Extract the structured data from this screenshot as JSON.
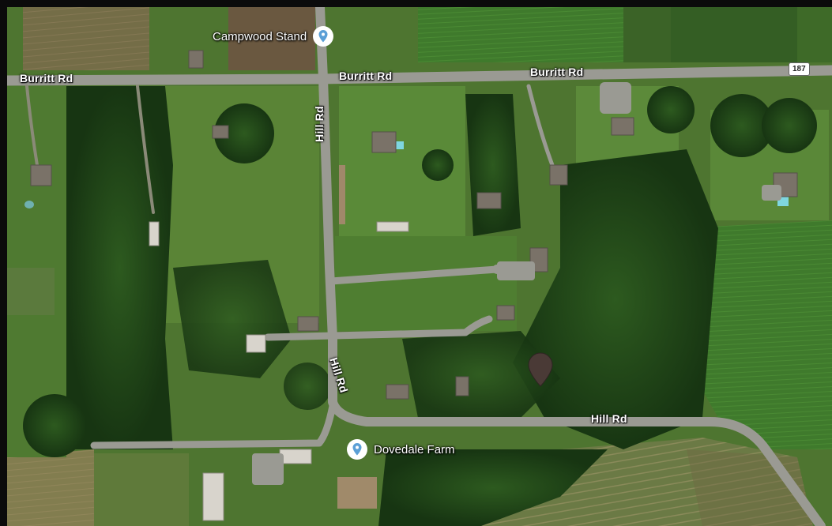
{
  "map": {
    "view": "satellite",
    "roads": [
      {
        "id": "burritt-west",
        "label": "Burritt Rd"
      },
      {
        "id": "burritt-mid",
        "label": "Burritt Rd"
      },
      {
        "id": "burritt-east",
        "label": "Burritt Rd"
      },
      {
        "id": "hill-north",
        "label": "Hill Rd"
      },
      {
        "id": "hill-south",
        "label": "Hill Rd"
      },
      {
        "id": "hill-east",
        "label": "Hill Rd"
      }
    ],
    "route_shield": "187",
    "places": [
      {
        "id": "campwood",
        "name": "Campwood Stand",
        "icon": "place-pin-icon"
      },
      {
        "id": "dovedale",
        "name": "Dovedale Farm",
        "icon": "place-pin-icon"
      }
    ],
    "dropped_pin": {
      "icon": "location-pin-icon",
      "color": "#4a3a36"
    },
    "colors": {
      "frame": "#0b0b0b",
      "road": "#9a9a93",
      "poi_pin": "#5b9fd6"
    }
  }
}
